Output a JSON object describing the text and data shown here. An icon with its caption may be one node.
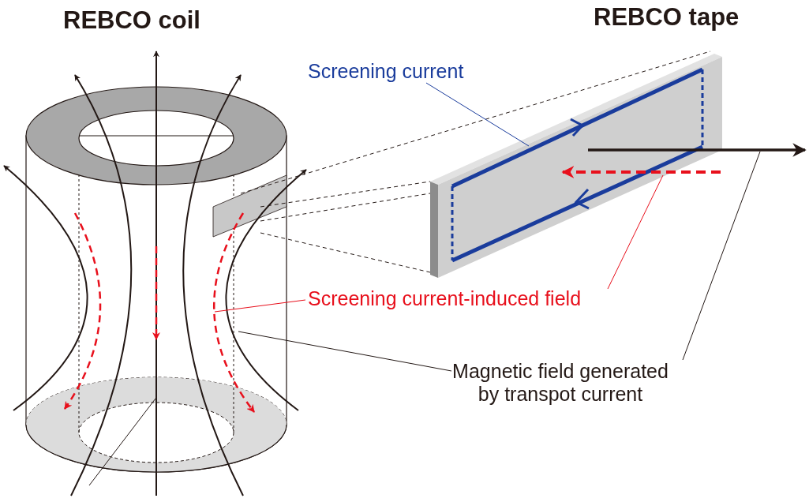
{
  "diagram": {
    "nodes": [
      {
        "text": [
          "Screening current"
        ]
      },
      {
        "text": [
          "Screening current-induced field"
        ]
      },
      {
        "text": [
          "Magnetic field generated by transpot current"
        ]
      }
    ],
    "edges": [
      {
        "from": 0,
        "to": null,
        "arrow": "none",
        "color": "#1a3c9c"
      },
      {
        "from": 1,
        "to": null,
        "arrow": "none",
        "color": "#e8101c"
      },
      {
        "from": 1,
        "to": null,
        "arrow": "none",
        "color": "#e8101c"
      },
      {
        "from": 2,
        "to": null,
        "arrow": "none",
        "color": "#231815"
      },
      {
        "from": 2,
        "to": null,
        "arrow": "none",
        "color": "#231815"
      }
    ],
    "labels": [
      "REBCO coil",
      "REBCO tape"
    ]
  }
}
